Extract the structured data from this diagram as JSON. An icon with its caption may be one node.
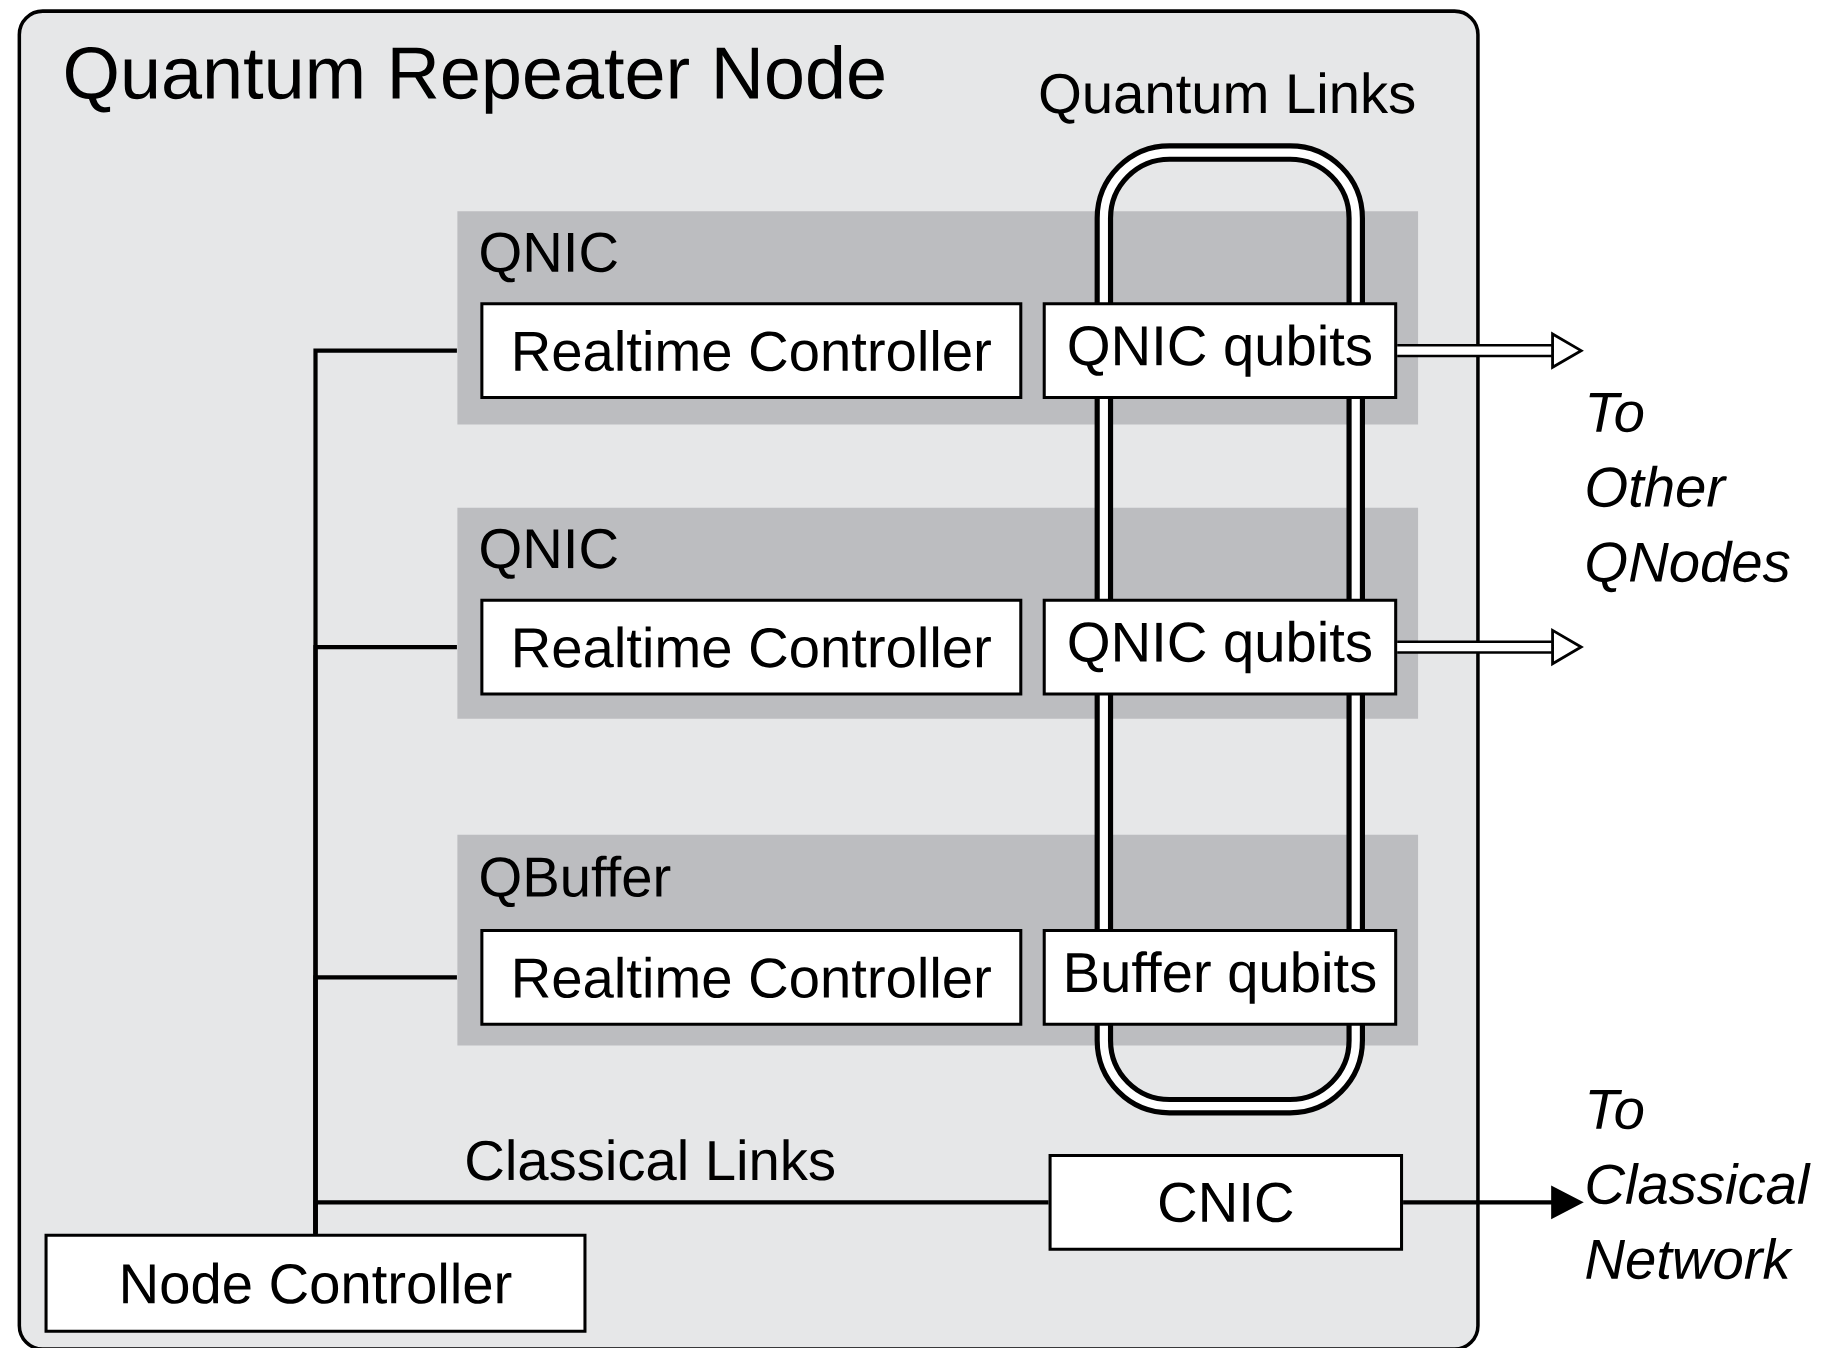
{
  "diagram": {
    "nodes": [
      {
        "text": [
          "Quantum Repeater Node"
        ]
      },
      {
        "text": [
          "QNIC"
        ],
        "in": 0
      },
      {
        "text": [
          "Realtime Controller"
        ],
        "in": 1
      },
      {
        "text": [
          "QNIC qubits"
        ],
        "in": 1
      },
      {
        "text": [
          "QNIC"
        ],
        "in": 0
      },
      {
        "text": [
          "Realtime Controller"
        ],
        "in": 4
      },
      {
        "text": [
          "QNIC qubits"
        ],
        "in": 4
      },
      {
        "text": [
          "QBuffer"
        ],
        "in": 0
      },
      {
        "text": [
          "Realtime Controller"
        ],
        "in": 7
      },
      {
        "text": [
          "Buffer qubits"
        ],
        "in": 7
      },
      {
        "text": [
          "CNIC"
        ],
        "in": 0
      },
      {
        "text": [
          "Node Controller"
        ],
        "in": 0
      },
      {
        "text": [
          "To Other QNodes"
        ]
      },
      {
        "text": [
          "To Classical Network"
        ]
      },
      {
        "text": [
          "Quantum Links"
        ],
        "in": 0
      }
    ],
    "edges": [
      {
        "from": 11,
        "to": 1,
        "arrow": "none"
      },
      {
        "from": 11,
        "to": 4,
        "arrow": "none"
      },
      {
        "from": 11,
        "to": 7,
        "arrow": "none"
      },
      {
        "from": 11,
        "to": 10,
        "arrow": "none",
        "label": "Classical Links"
      },
      {
        "from": 3,
        "to": 12,
        "arrow": "to",
        "style": "thick"
      },
      {
        "from": 6,
        "to": 12,
        "arrow": "to",
        "style": "thick"
      },
      {
        "from": 10,
        "to": 13,
        "arrow": "to"
      }
    ]
  }
}
